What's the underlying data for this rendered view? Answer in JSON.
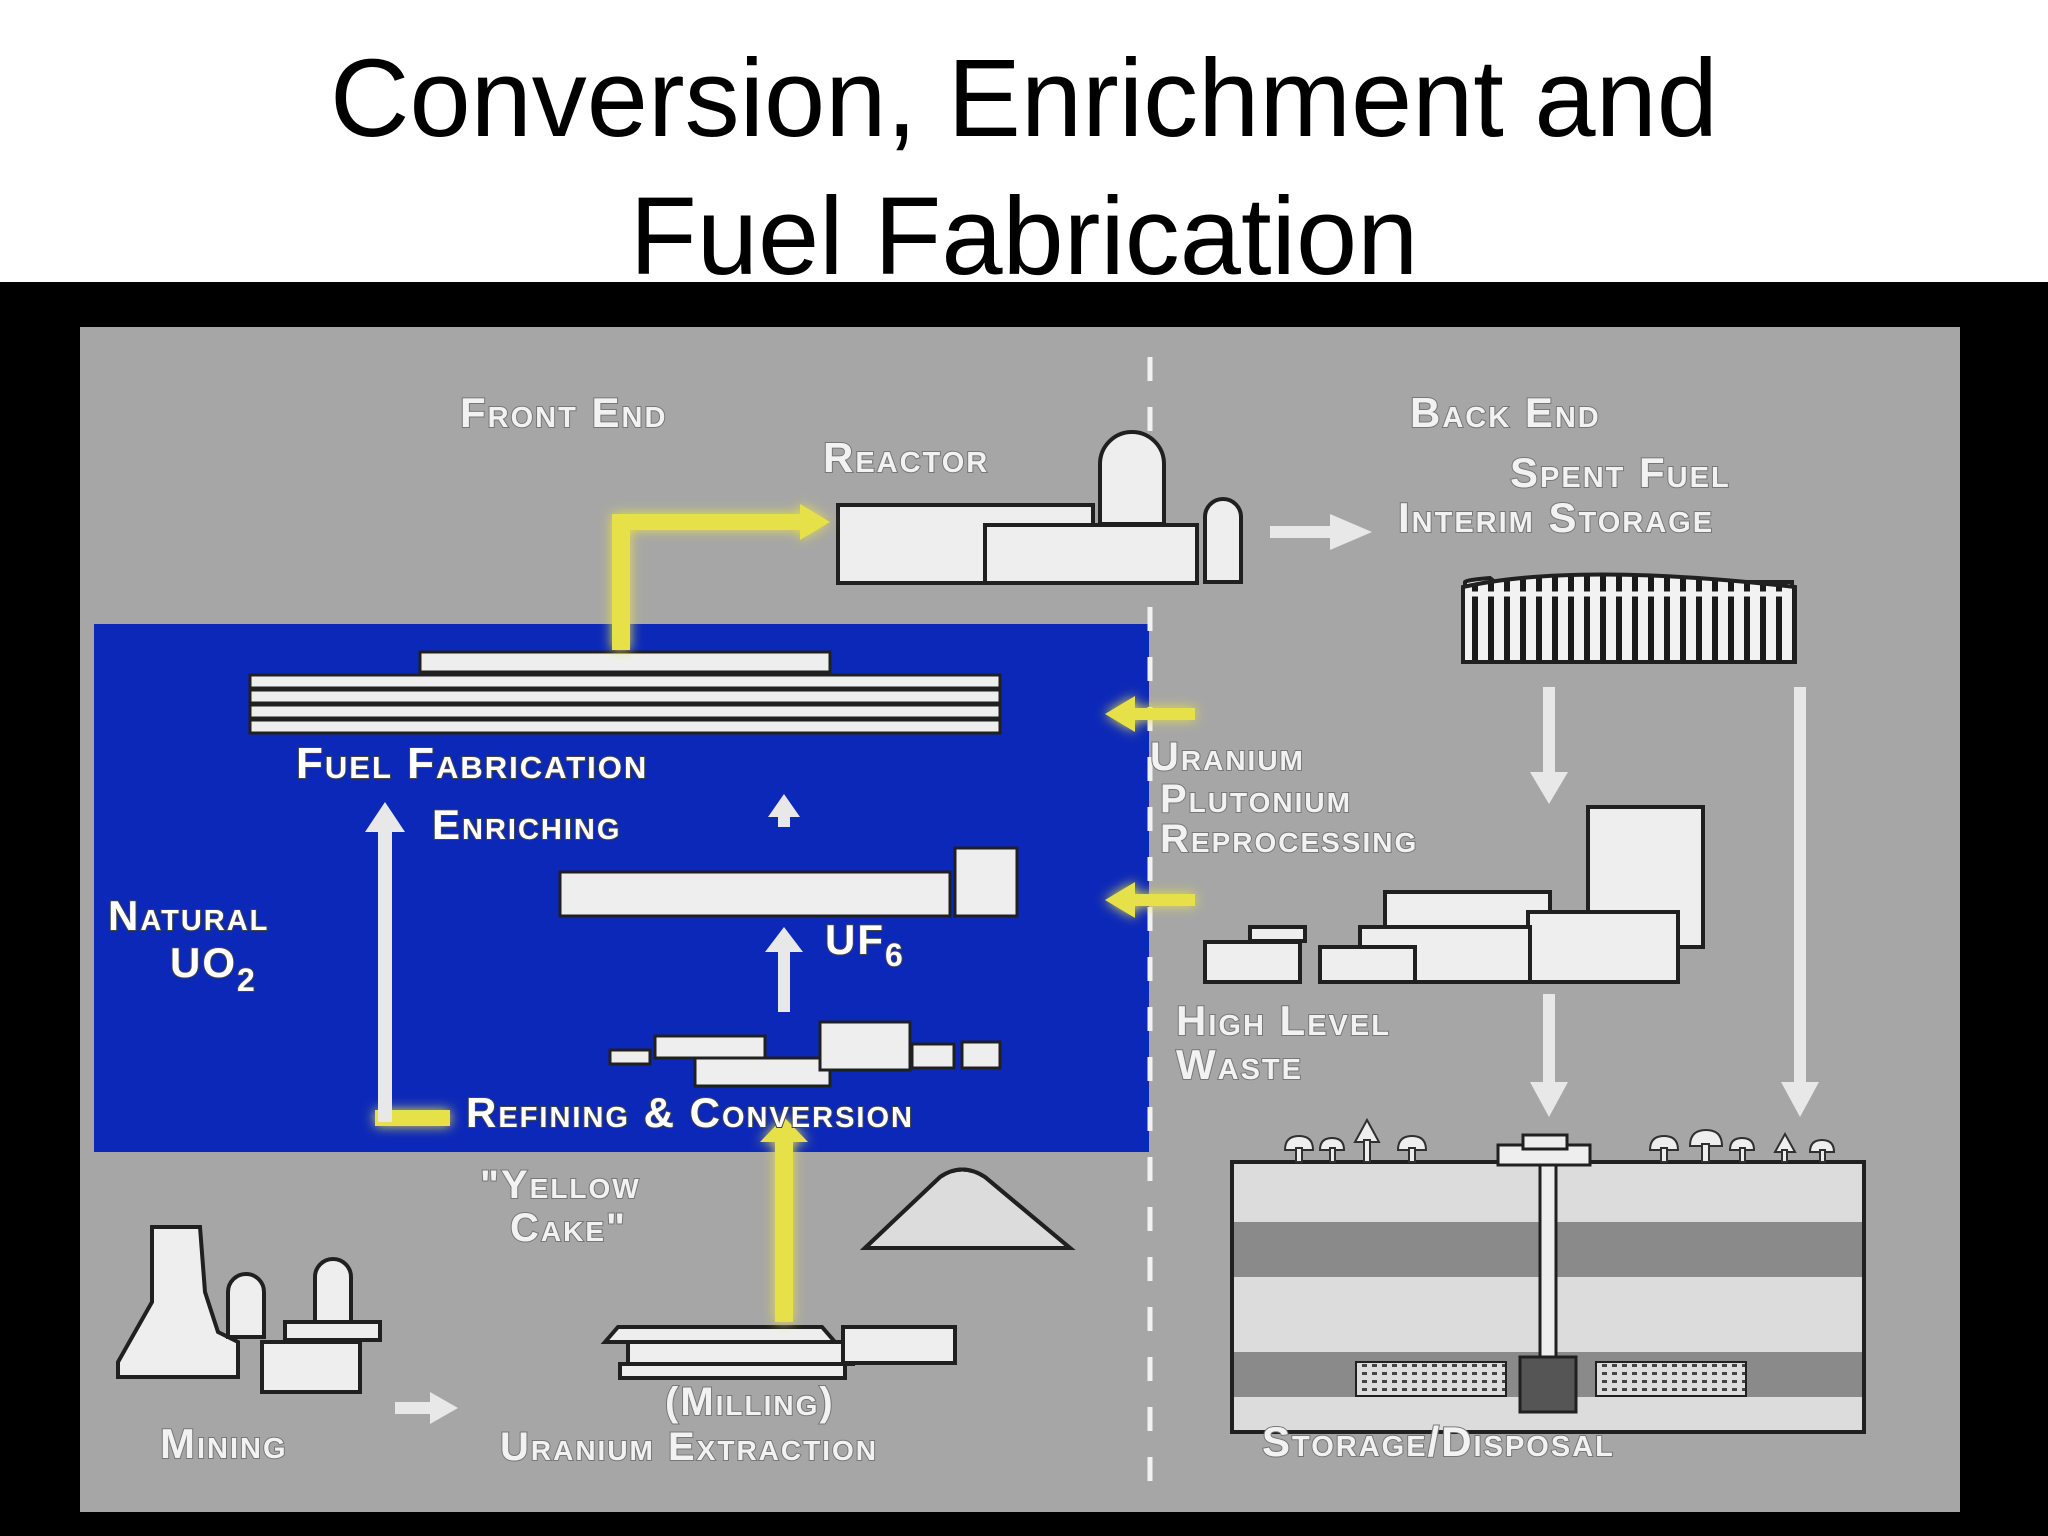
{
  "title": {
    "line1": "Conversion, Enrichment and",
    "line2": "Fuel Fabrication"
  },
  "diagram": {
    "sections": {
      "front_end": "Front End",
      "back_end": "Back End"
    },
    "labels": {
      "reactor": "Reactor",
      "spent_fuel_line1": "Spent Fuel",
      "spent_fuel_line2": "Interim Storage",
      "fuel_fabrication": "Fuel Fabrication",
      "enriching": "Enriching",
      "natural_line1": "Natural",
      "natural_line2": "UO",
      "natural_sub": "2",
      "uf": "UF",
      "uf_sub": "6",
      "refining_conversion": "Refining & Conversion",
      "reprocessing_line1": "Uranium",
      "reprocessing_line2": "Plutonium",
      "reprocessing_line3": "Reprocessing",
      "high_level_line1": "High Level",
      "high_level_line2": "Waste",
      "yellow_cake_line1": "\"Yellow",
      "yellow_cake_line2": "Cake\"",
      "mining": "Mining",
      "milling": "(Milling)",
      "uranium_extraction": "Uranium Extraction",
      "storage_disposal": "Storage/Disposal"
    },
    "colors": {
      "background": "#a6a6a6",
      "highlight": "#0c28b8",
      "yellow_arrow": "#e6e04a",
      "white_arrow": "#e8e8e8",
      "outline": "#202020"
    }
  }
}
